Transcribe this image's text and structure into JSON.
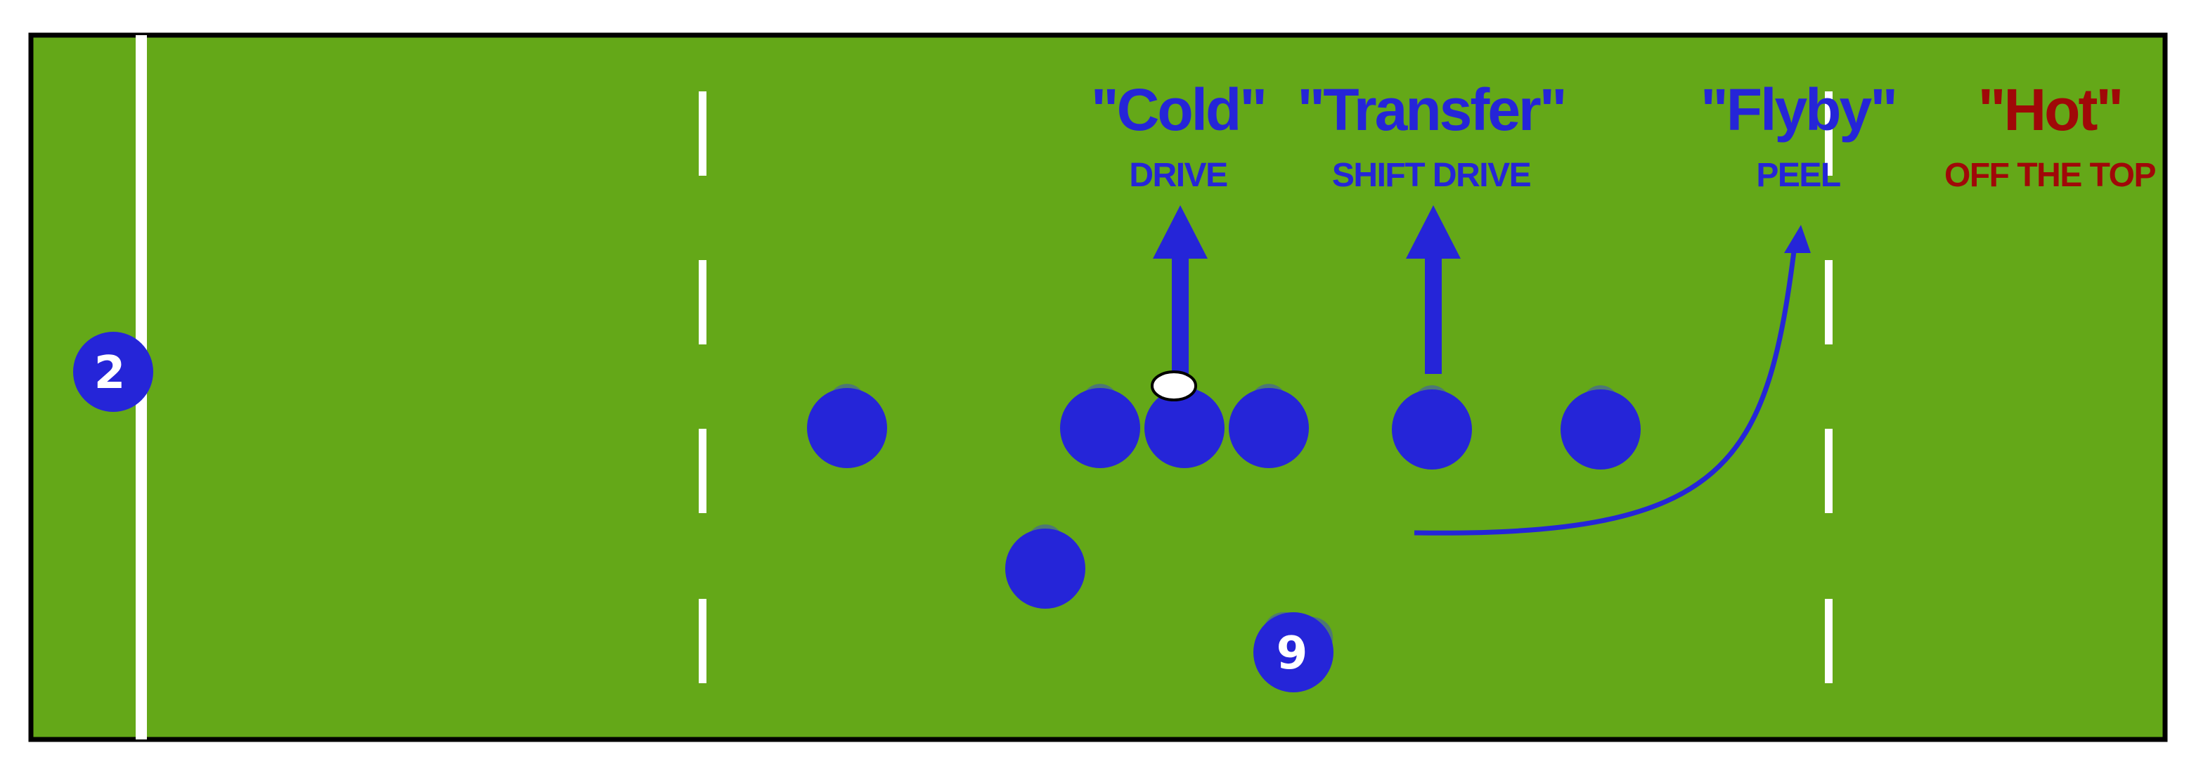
{
  "colors": {
    "field": "#64a818",
    "border": "#000000",
    "lines": "#ffffff",
    "player": "#2525d8",
    "player_shadow": "#4a6e88",
    "arrow": "#2525d8",
    "label_blue": "#2525d8",
    "label_red": "#a00808",
    "ball": "#ffffff"
  },
  "calls": [
    {
      "name": "\"Cold\"",
      "sub": "DRIVE",
      "color": "#2525d8"
    },
    {
      "name": "\"Transfer\"",
      "sub": "SHIFT DRIVE",
      "color": "#2525d8"
    },
    {
      "name": "\"Flyby\"",
      "sub": "PEEL",
      "color": "#2525d8"
    },
    {
      "name": "\"Hot\"",
      "sub": "OFF THE TOP",
      "color": "#a00808"
    }
  ],
  "players": [
    {
      "id": "player-2",
      "label": "2"
    },
    {
      "id": "player-9",
      "label": "9"
    }
  ],
  "icons": [
    "football-icon",
    "drive-arrow-icon",
    "peel-route-icon"
  ]
}
